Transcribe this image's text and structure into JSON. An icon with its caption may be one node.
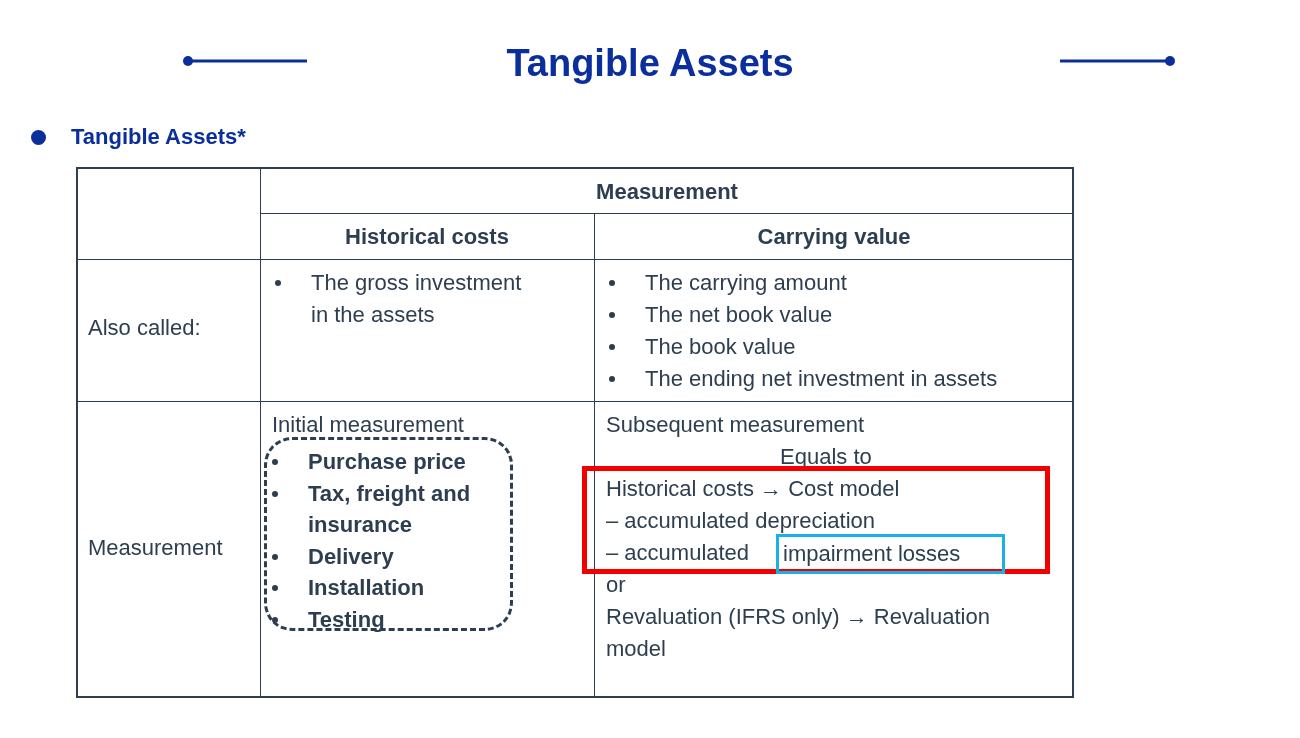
{
  "diagram": {
    "title": "Tangible Assets",
    "nodes": [
      {
        "text": [
          "Purchase price",
          "Tax, freight and insurance",
          "Delivery",
          "Installation",
          "Testing"
        ]
      },
      {
        "text": [
          "Historical costs → Cost model",
          "– accumulated depreciation",
          "– accumulated"
        ]
      },
      {
        "text": [
          "impairment losses"
        ],
        "in": 1
      }
    ],
    "edges": [],
    "labels": [
      "Tangible Assets*",
      "Measurement",
      "Historical costs",
      "Carrying value",
      "Also called:",
      "The gross investment in the assets",
      "The carrying amount",
      "The net book value",
      "The book value",
      "The ending net investment in assets",
      "Measurement",
      "Initial measurement",
      "Subsequent measurement",
      "Equals to",
      "or",
      "Revaluation (IFRS only) → Revaluation model"
    ]
  }
}
